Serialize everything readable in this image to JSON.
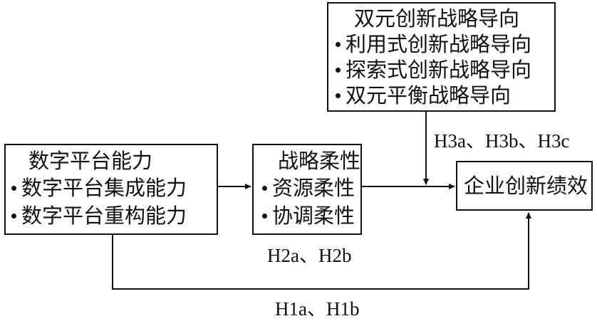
{
  "dual_innovation": {
    "title": "双元创新战略导向",
    "items": [
      "利用式创新战略导向",
      "探索式创新战略导向",
      "双元平衡战略导向"
    ]
  },
  "digital_platform": {
    "title": "数字平台能力",
    "items": [
      "数字平台集成能力",
      "数字平台重构能力"
    ]
  },
  "strategic_flexibility": {
    "title": "战略柔性",
    "items": [
      "资源柔性",
      "协调柔性"
    ]
  },
  "outcome": {
    "title": "企业创新绩效"
  },
  "hypotheses": {
    "h3": "H3a、H3b、H3c",
    "h2": "H2a、H2b",
    "h1": "H1a、H1b"
  }
}
